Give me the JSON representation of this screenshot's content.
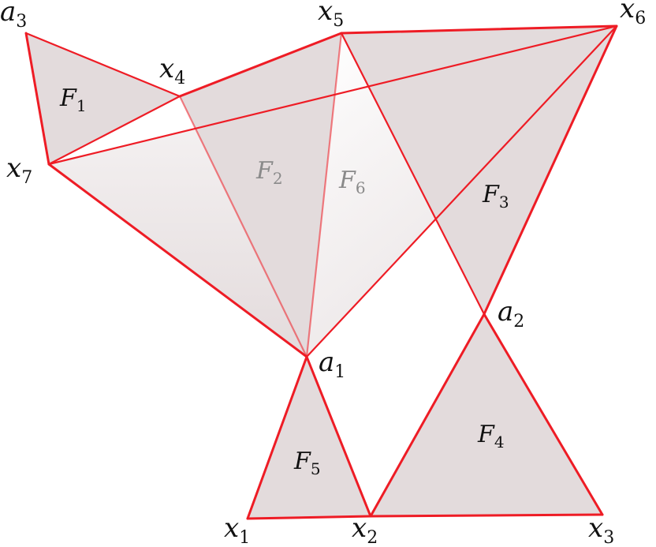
{
  "vertices": {
    "a3": {
      "letter": "a",
      "sub": "3"
    },
    "x5": {
      "letter": "x",
      "sub": "5"
    },
    "x6": {
      "letter": "x",
      "sub": "6"
    },
    "x4": {
      "letter": "x",
      "sub": "4"
    },
    "x7": {
      "letter": "x",
      "sub": "7"
    },
    "a1": {
      "letter": "a",
      "sub": "1"
    },
    "a2": {
      "letter": "a",
      "sub": "2"
    },
    "x1": {
      "letter": "x",
      "sub": "1"
    },
    "x2": {
      "letter": "x",
      "sub": "2"
    },
    "x3": {
      "letter": "x",
      "sub": "3"
    }
  },
  "faces": {
    "F1": {
      "letter": "F",
      "sub": "1"
    },
    "F2": {
      "letter": "F",
      "sub": "2"
    },
    "F3": {
      "letter": "F",
      "sub": "3"
    },
    "F4": {
      "letter": "F",
      "sub": "4"
    },
    "F5": {
      "letter": "F",
      "sub": "5"
    },
    "F6": {
      "letter": "F",
      "sub": "6"
    }
  },
  "colors": {
    "edge": "#ee1c25",
    "face_fill": "#e3dbdc",
    "label": "#111111",
    "faded_label": "#8a8a8a"
  }
}
